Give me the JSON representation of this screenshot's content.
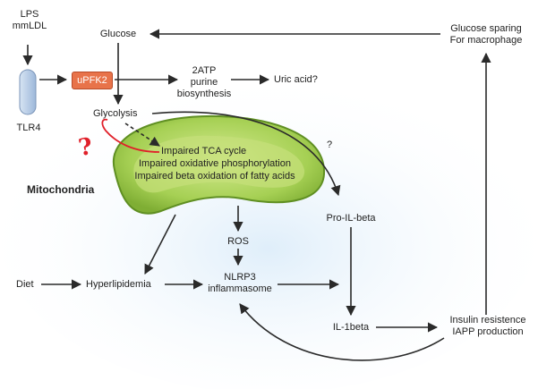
{
  "nodes": {
    "lps": "LPS",
    "mmldl": "mmLDL",
    "tlr4": "TLR4",
    "glucose": "Glucose",
    "upfk2": "uPFK2",
    "atp2": "2ATP",
    "purine": "purine",
    "biosynthesis": "biosynthesis",
    "uric_acid": "Uric acid?",
    "glucose_sparing_1": "Glucose sparing",
    "glucose_sparing_2": "For macrophage",
    "glycolysis": "Glycolysis",
    "impaired_tca": "Impaired TCA cycle",
    "impaired_oxphos": "Impaired oxidative phosphorylation",
    "impaired_beta": "Impaired beta oxidation of fatty acids",
    "mitochondria": "Mitochondria",
    "ros": "ROS",
    "nlrp3_1": "NLRP3",
    "nlrp3_2": "inflammasome",
    "pro_il": "Pro-IL-beta",
    "il1beta": "IL-1beta",
    "insulin_1": "Insulin resistence",
    "insulin_2": "IAPP production",
    "diet": "Diet",
    "hyperlipidemia": "Hyperlipidemia",
    "question_small": "?",
    "question_red": "?"
  },
  "colors": {
    "arrow": "#2a2a2a",
    "mito_fill": "#9cc84a",
    "mito_inner": "#c6e07a",
    "mito_edge": "#5f8f22",
    "upfk2_fill": "#e8734a",
    "tlr4_fill": "#b8cde6",
    "red_mark": "#e0202a",
    "background_glow": "#dfeefa"
  }
}
